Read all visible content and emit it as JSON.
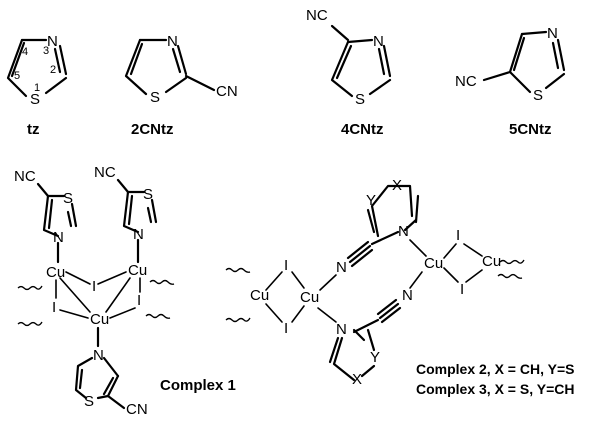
{
  "labels": {
    "tz": "tz",
    "c2": "2CNtz",
    "c4": "4CNtz",
    "c5": "5CNtz",
    "complex1": "Complex 1",
    "complex2": "Complex 2, X = CH, Y=S",
    "complex3": "Complex 3, X = S, Y=CH"
  },
  "atoms": {
    "N": "N",
    "S": "S",
    "CN": "CN",
    "NC": "NC",
    "Cu": "Cu",
    "I": "I",
    "X": "X",
    "Y": "Y"
  },
  "ring_numbers": [
    "1",
    "2",
    "3",
    "4",
    "5"
  ]
}
